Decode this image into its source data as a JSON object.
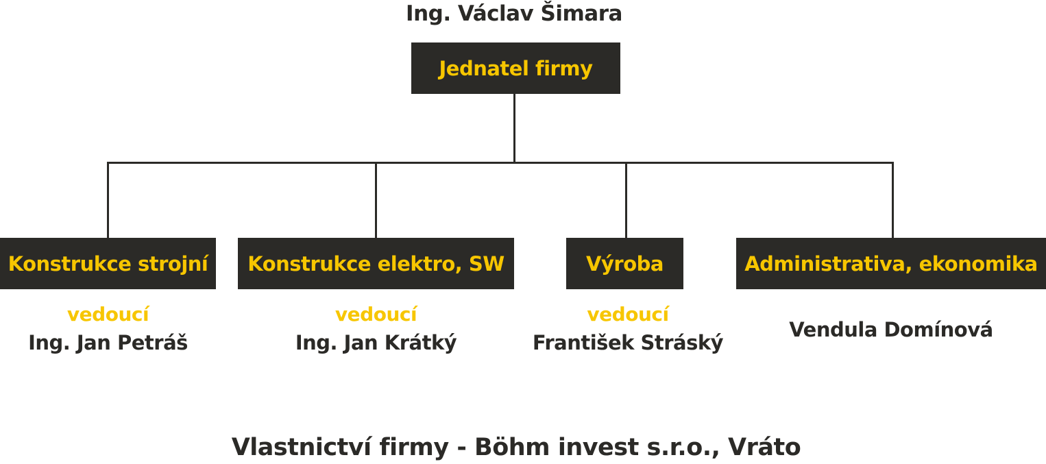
{
  "top": {
    "name": "Ing. Václav Šimara",
    "title": "Jednatel firmy"
  },
  "departments": [
    {
      "title": "Konstrukce strojní",
      "role": "vedoucí",
      "person": "Ing. Jan Petráš"
    },
    {
      "title": "Konstrukce elektro, SW",
      "role": "vedoucí",
      "person": "Ing. Jan Krátký"
    },
    {
      "title": "Výroba",
      "role": "vedoucí",
      "person": "František Stráský"
    },
    {
      "title": "Administrativa, ekonomika",
      "role": "",
      "person": "Vendula Domínová"
    }
  ],
  "footer": "Vlastnictví firmy - Böhm invest s.r.o., Vráto",
  "colors": {
    "box_bg": "#2b2a27",
    "accent": "#f7c600",
    "text": "#2b2a27"
  }
}
